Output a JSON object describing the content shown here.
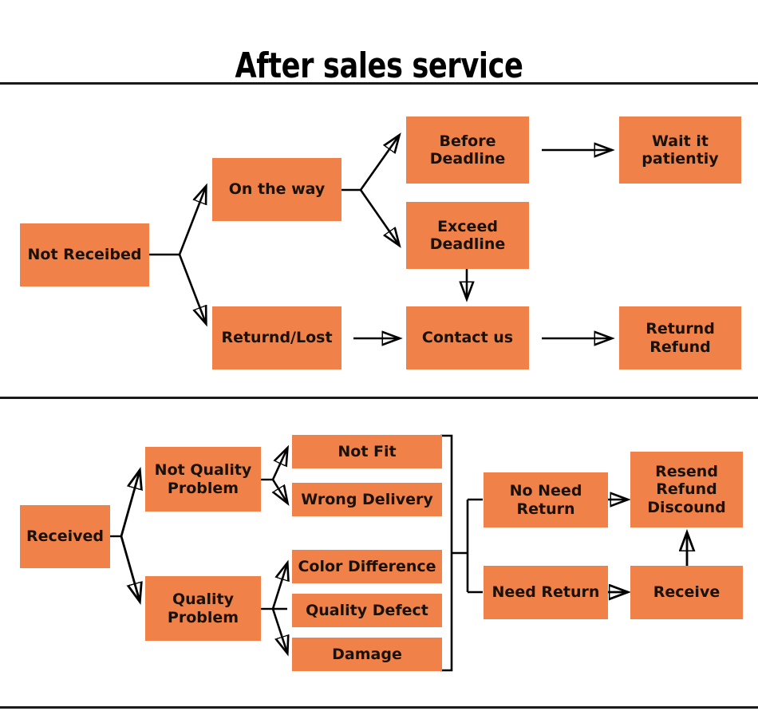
{
  "title": "After sales service",
  "theme": {
    "node_fill": "#f08149",
    "node_text": "#1a1208",
    "line_color": "#000000",
    "background": "#ffffff"
  },
  "sections": [
    {
      "id": "not-received",
      "root": "Not Receibed",
      "nodes": {
        "not_received": "Not Receibed",
        "on_the_way": "On the way",
        "returnd_lost": "Returnd/Lost",
        "before_deadline": "Before\nDeadline",
        "exceed_deadline": "Exceed\nDeadline",
        "wait_it_patientiy": "Wait it\npatientiy",
        "contact_us": "Contact us",
        "returnd_refund": "Returnd\nRefund"
      },
      "edges": [
        {
          "from": "Not Receibed",
          "to": "On the way",
          "kind": "branch-up"
        },
        {
          "from": "Not Receibed",
          "to": "Returnd/Lost",
          "kind": "branch-down"
        },
        {
          "from": "On the way",
          "to": "Before Deadline",
          "kind": "branch-up"
        },
        {
          "from": "On the way",
          "to": "Exceed Deadline",
          "kind": "branch-down"
        },
        {
          "from": "Before Deadline",
          "to": "Wait it patientiy",
          "kind": "right"
        },
        {
          "from": "Exceed Deadline",
          "to": "Contact us",
          "kind": "down"
        },
        {
          "from": "Returnd/Lost",
          "to": "Contact us",
          "kind": "right"
        },
        {
          "from": "Contact us",
          "to": "Returnd Refund",
          "kind": "right"
        }
      ]
    },
    {
      "id": "received",
      "root": "Received",
      "nodes": {
        "received": "Received",
        "not_quality_problem": "Not Quality\nProblem",
        "quality_problem": "Quality\nProblem",
        "not_fit": "Not Fit",
        "wrong_delivery": "Wrong Delivery",
        "color_difference": "Color Difference",
        "quality_defect": "Quality Defect",
        "damage": "Damage",
        "no_need_return": "No Need\nReturn",
        "need_return": "Need Return",
        "resend_refund_discound": "Resend\nRefund\nDiscound",
        "receive": "Receive"
      },
      "edges": [
        {
          "from": "Received",
          "to": "Not Quality Problem",
          "kind": "branch-up"
        },
        {
          "from": "Received",
          "to": "Quality Problem",
          "kind": "branch-down"
        },
        {
          "from": "Not Quality Problem",
          "to": "Not Fit",
          "kind": "branch-up"
        },
        {
          "from": "Not Quality Problem",
          "to": "Wrong Delivery",
          "kind": "branch-down"
        },
        {
          "from": "Quality Problem",
          "to": "Color Difference",
          "kind": "branch-up"
        },
        {
          "from": "Quality Problem",
          "to": "Quality Defect",
          "kind": "straight"
        },
        {
          "from": "Quality Problem",
          "to": "Damage",
          "kind": "branch-down"
        },
        {
          "from": "all reasons bracket",
          "to": "No Need Return",
          "kind": "bracket-up"
        },
        {
          "from": "all reasons bracket",
          "to": "Need Return",
          "kind": "bracket-down"
        },
        {
          "from": "No Need Return",
          "to": "Resend Refund Discound",
          "kind": "right"
        },
        {
          "from": "Need Return",
          "to": "Receive",
          "kind": "right"
        },
        {
          "from": "Receive",
          "to": "Resend Refund Discound",
          "kind": "up"
        }
      ]
    }
  ]
}
